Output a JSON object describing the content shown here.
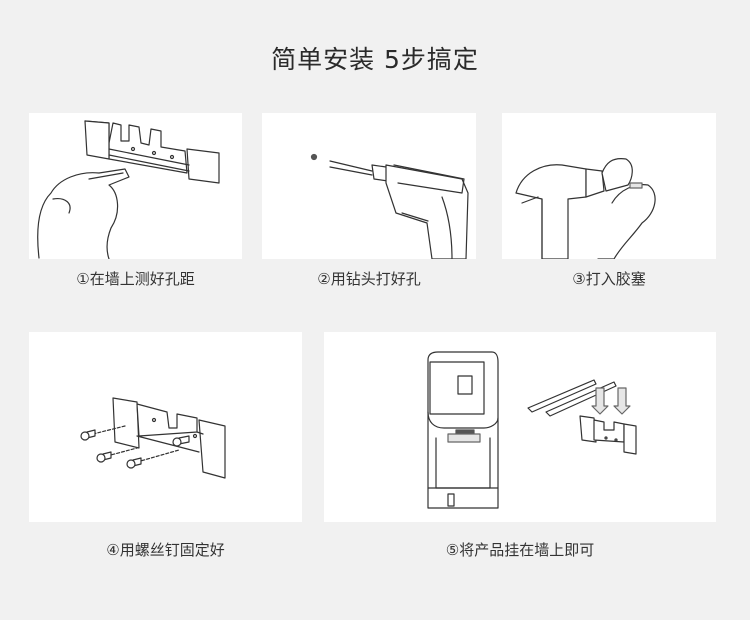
{
  "title": "简单安装  5步搞定",
  "steps": [
    {
      "caption": "①在墙上测好孔距",
      "illustration": "hand-marking-bracket"
    },
    {
      "caption": "②用钻头打好孔",
      "illustration": "drill"
    },
    {
      "caption": "③打入胶塞",
      "illustration": "hammer-plug"
    },
    {
      "caption": "④用螺丝钉固定好",
      "illustration": "screws-bracket"
    },
    {
      "caption": "⑤将产品挂在墙上即可",
      "illustration": "dispenser-hang"
    }
  ]
}
